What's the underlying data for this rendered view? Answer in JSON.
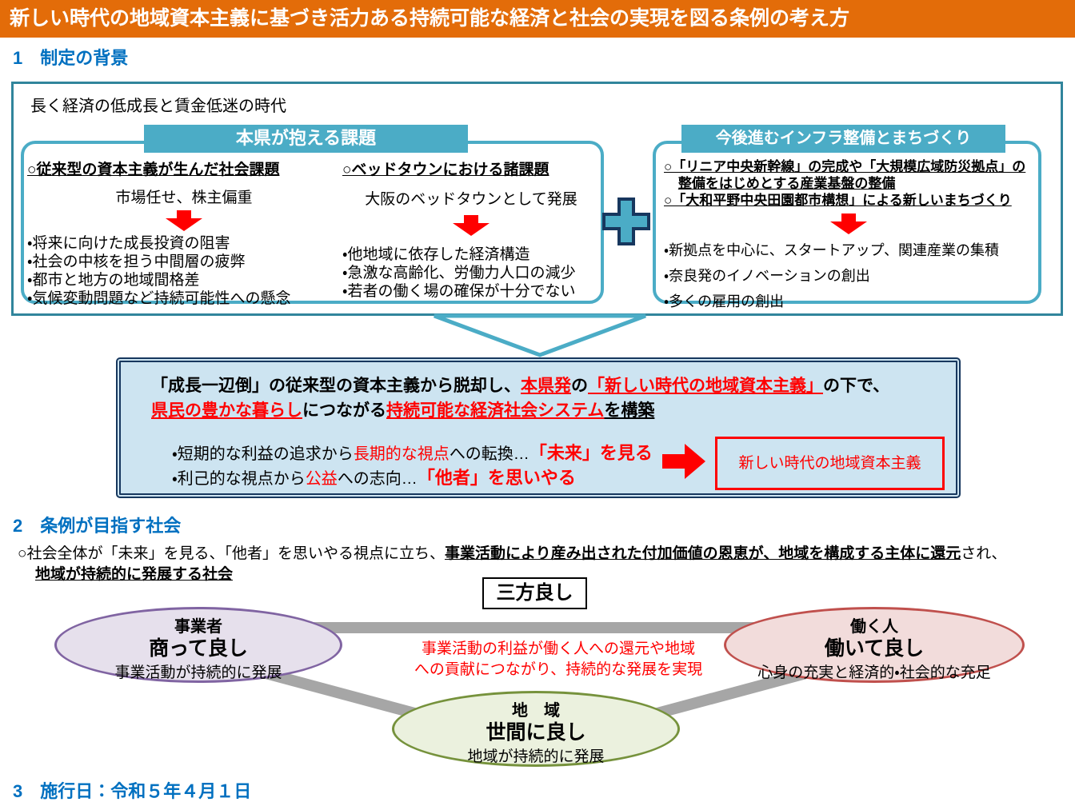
{
  "theme": {
    "orange": "#E36C09",
    "heading-blue": "#0070C0",
    "teal": "#4BACC6",
    "teal-dark": "#31859C",
    "navy": "#17375E",
    "red": "#FF0000",
    "summary-bg": "#CDE4F1",
    "gray": "#A6A6A6",
    "purple-border": "#8064A2",
    "purple-fill": "#E6E0EC",
    "rose-border": "#C0504D",
    "rose-fill": "#F2DCDB",
    "green-border": "#76923C",
    "green-fill": "#EBF1DE"
  },
  "header": {
    "title": "新しい時代の地域資本主義に基づき活力ある持続可能な経済と社会の実現を図る条例の考え方"
  },
  "s1": {
    "heading": "1　制定の背景",
    "intro": "長く経済の低成長と賃金低迷の時代",
    "left": {
      "header": "本県が抱える課題",
      "col1": {
        "title": "○従来型の資本主義が生んだ社会課題",
        "subtitle": "市場任せ、株主偏重",
        "bullets": [
          "・将来に向けた成長投資の阻害",
          "・社会の中核を担う中間層の疲弊",
          "・都市と地方の地域間格差",
          "・気候変動問題など持続可能性への懸念"
        ]
      },
      "col2": {
        "title": "○ベッドタウンにおける諸課題",
        "subtitle": "大阪のベッドタウンとして発展",
        "bullets": [
          "・他地域に依存した経済構造",
          "・急激な高齢化、労働力人口の減少",
          "・若者の働く場の確保が十分でない"
        ]
      }
    },
    "right": {
      "header": "今後進むインフラ整備とまちづくり",
      "items": [
        "○「リニア中央新幹線」の完成や「大規模広域防災拠点」の整備をはじめとする産業基盤の整備",
        "○「大和平野中央田園都市構想」による新しいまちづくり"
      ],
      "bullets": [
        "・新拠点を中心に、スタートアップ、関連産業の集積",
        "・奈良発のイノベーションの創出",
        "・多くの雇用の創出"
      ]
    }
  },
  "summary": {
    "l1": {
      "a": "「成長一辺倒」の従来型の資本主義から脱却し、",
      "b": "本県発",
      "c": "の",
      "d": "「新しい時代の地域資本主義」",
      "e": "の下で、"
    },
    "l2": {
      "a": "県民の豊かな暮らし",
      "b": "につながる",
      "c": "持続可能な経済社会システム",
      "d": "を構築"
    },
    "b1": {
      "a": "・短期的な利益の追求から",
      "b": "長期的な視点",
      "c": "への転換…",
      "d": "「未来」を見る"
    },
    "b2": {
      "a": "・利己的な視点から",
      "b": "公益",
      "c": "への志向…",
      "d": "「他者」を思いやる"
    },
    "result": "新しい時代の地域資本主義"
  },
  "s2": {
    "heading": "2　条例が目指す社会",
    "line": {
      "a": "○社会全体が「未来」を見る、「他者」を思いやる視点に立ち、",
      "b": "事業活動により産み出された付加価値の恩恵が、地域を構成する主体に還元",
      "c": "され、"
    },
    "line2": "地域が持続的に発展する社会"
  },
  "sanpo": {
    "label": "三方良し",
    "note1": "事業活動の利益が働く人への還元や地域",
    "note2": "への貢献につながり、持続的な発展を実現",
    "business": {
      "role": "事業者",
      "motto": "商って良し",
      "note": "事業活動が持続的に発展"
    },
    "worker": {
      "role": "働く人",
      "motto": "働いて良し",
      "note": "心身の充実と経済的・社会的な充足"
    },
    "region": {
      "role": "地　域",
      "motto": "世間に良し",
      "note": "地域が持続的に発展"
    }
  },
  "s3": {
    "heading": "3　施行日：令和５年４月１日"
  }
}
